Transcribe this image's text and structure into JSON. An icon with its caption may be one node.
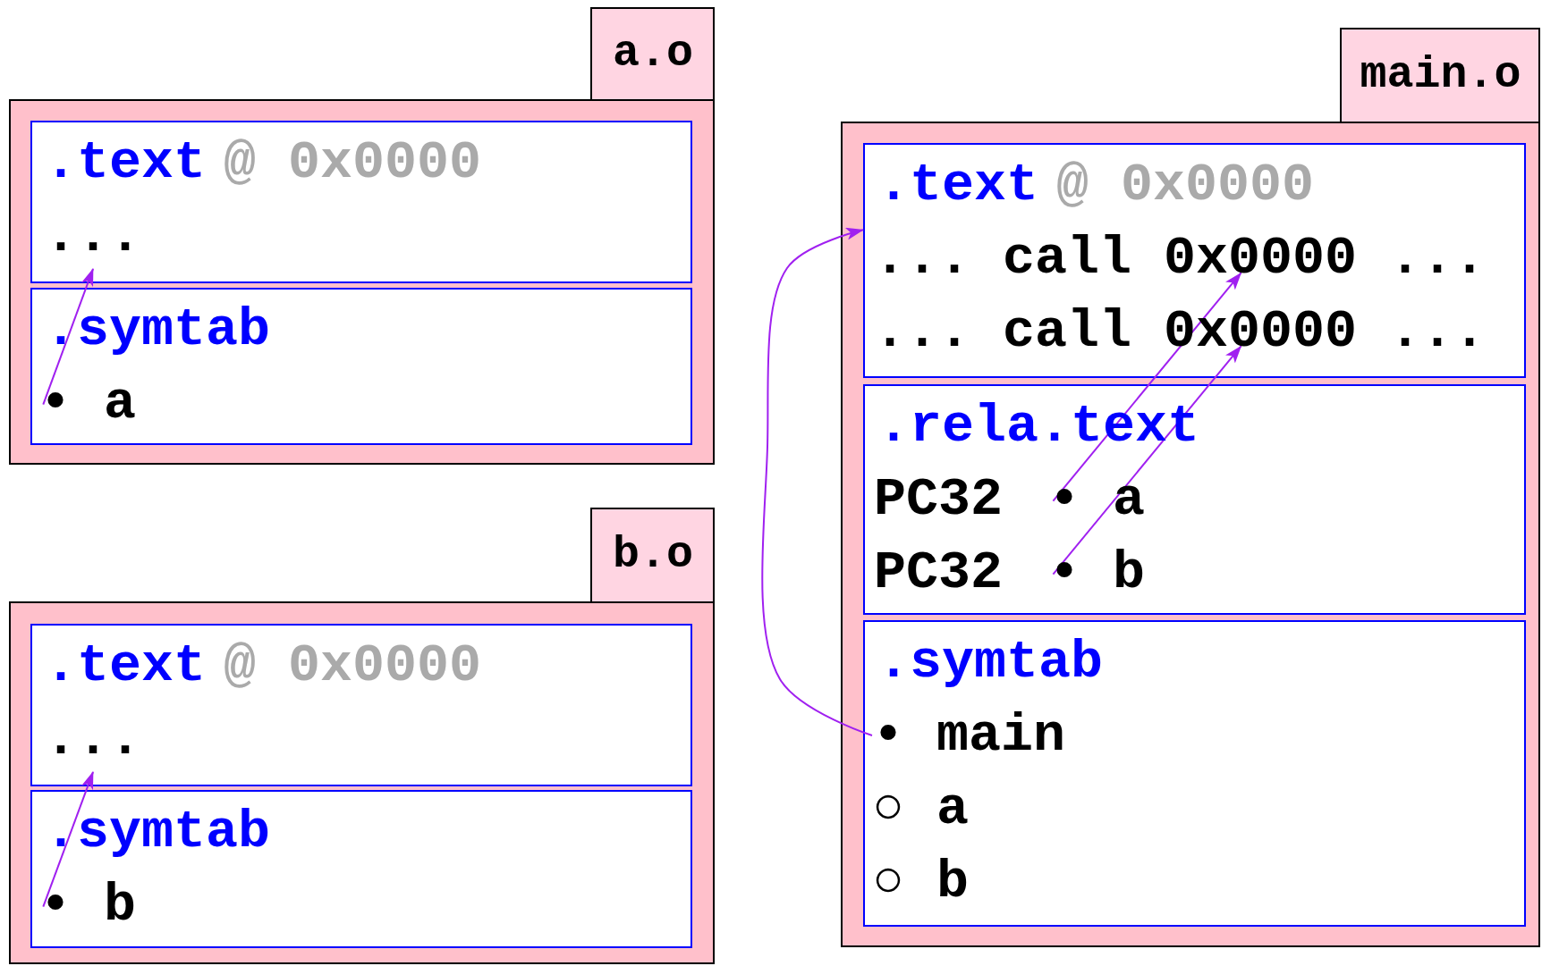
{
  "diagram": {
    "nodes": [
      {
        "text": [
          "a.o"
        ]
      },
      {
        "text": [
          ".text",
          "@ 0x0000"
        ],
        "in": 0
      },
      {
        "text": [
          "..."
        ],
        "in": 1
      },
      {
        "text": [
          ".symtab"
        ],
        "in": 0
      },
      {
        "text": [
          "• a"
        ],
        "in": 3
      },
      {
        "text": [
          "b.o"
        ]
      },
      {
        "text": [
          ".text",
          "@ 0x0000"
        ],
        "in": 5
      },
      {
        "text": [
          "..."
        ],
        "in": 6
      },
      {
        "text": [
          ".symtab"
        ],
        "in": 5
      },
      {
        "text": [
          "• b"
        ],
        "in": 8
      },
      {
        "text": [
          "main.o"
        ]
      },
      {
        "text": [
          ".text",
          "@ 0x0000"
        ],
        "in": 10
      },
      {
        "text": [
          "... call 0x0000 ..."
        ],
        "in": 11
      },
      {
        "text": [
          "... call 0x0000 ..."
        ],
        "in": 11
      },
      {
        "text": [
          ".rela.text"
        ],
        "in": 10
      },
      {
        "text": [
          "• a"
        ],
        "in": 14
      },
      {
        "text": [
          "• b"
        ],
        "in": 14
      },
      {
        "text": [
          ".symtab"
        ],
        "in": 10
      },
      {
        "text": [
          "• main"
        ],
        "in": 17
      }
    ],
    "edges": [
      {
        "from": 4,
        "to": 2,
        "arrow": "to"
      },
      {
        "from": 9,
        "to": 7,
        "arrow": "to"
      },
      {
        "from": 15,
        "to": 12,
        "arrow": "to"
      },
      {
        "from": 16,
        "to": 13,
        "arrow": "to"
      },
      {
        "from": 18,
        "to": 11,
        "arrow": "to"
      }
    ],
    "labels": [
      "PC32",
      "PC32",
      "○ a",
      "○ b"
    ]
  }
}
